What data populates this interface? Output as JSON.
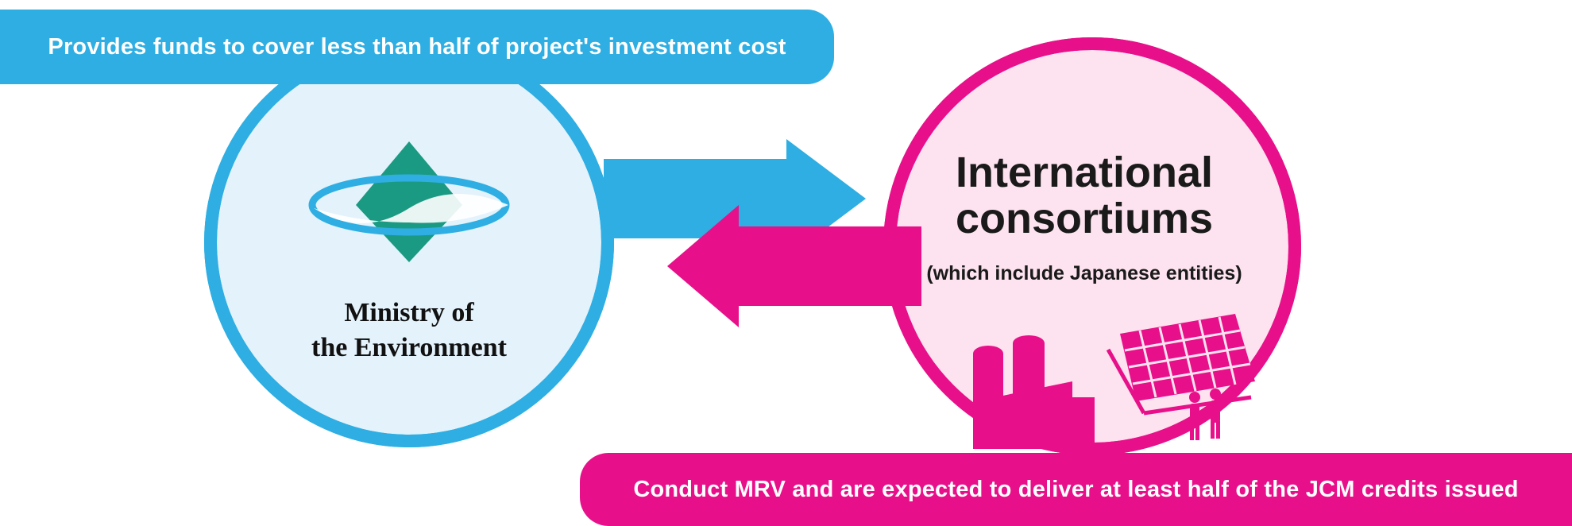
{
  "top_banner": {
    "text": "Provides funds to cover less than half of project's investment cost"
  },
  "bottom_banner": {
    "text": "Conduct MRV and are expected to deliver at least half of the JCM credits issued"
  },
  "ministry": {
    "line1": "Ministry of",
    "line2": "the Environment"
  },
  "consortium": {
    "line1": "International",
    "line2": "consortiums",
    "subtitle": "(which include Japanese entities)"
  },
  "colors": {
    "blue": "#2eaee2",
    "light_blue": "#e3f2fb",
    "magenta": "#e8108a",
    "light_pink": "#fde3ef",
    "logo_green": "#1a9a82"
  },
  "icons": [
    "ministry-logo-icon",
    "factory-icon",
    "solar-panel-icon",
    "people-icon",
    "right-arrow-icon",
    "left-arrow-icon"
  ]
}
